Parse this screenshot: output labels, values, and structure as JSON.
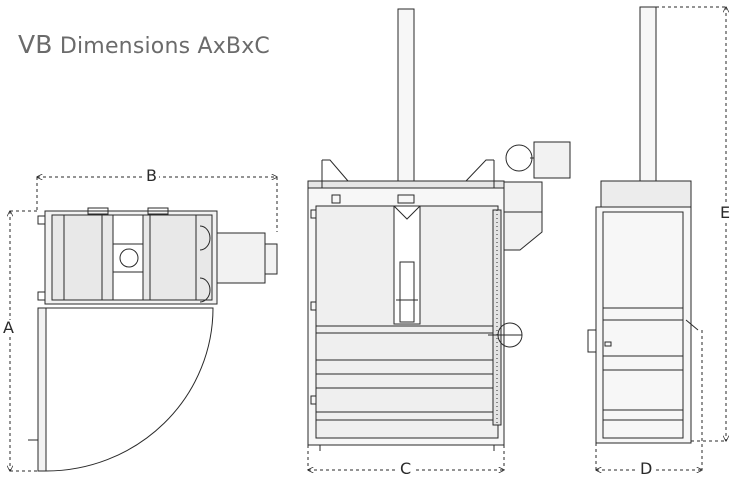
{
  "title": {
    "prefix": "VB",
    "text": "Dimensions AxBxC"
  },
  "dimensions": {
    "A": "A",
    "B": "B",
    "C": "C",
    "D": "D",
    "E": "E"
  },
  "colors": {
    "line": "#2a2a2a",
    "title": "#6b6b6b",
    "fill": "#e6e6e6"
  }
}
